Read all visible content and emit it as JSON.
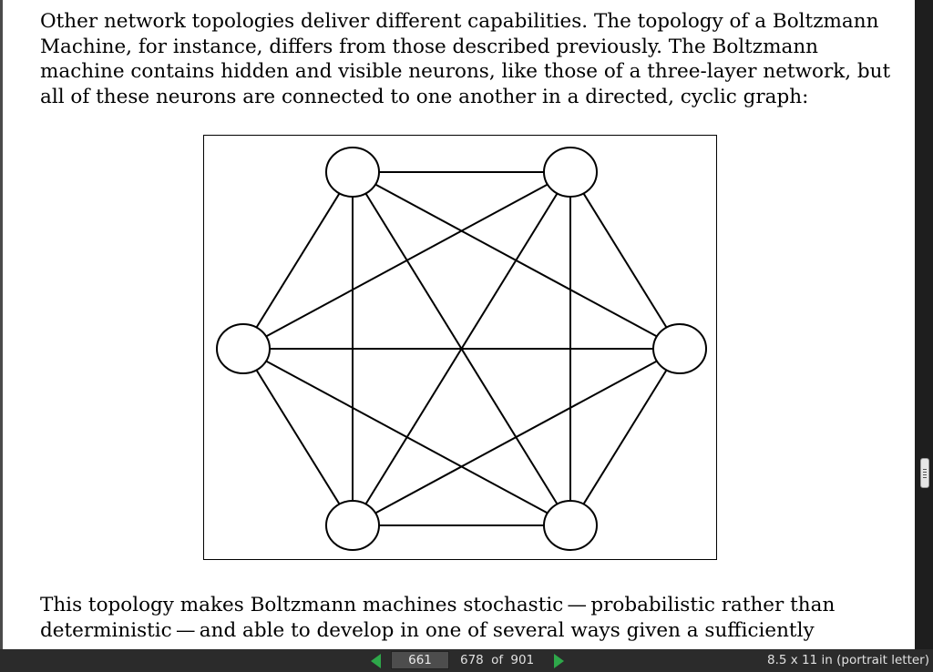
{
  "document": {
    "paragraph_1": [
      "Other network topologies deliver different capabilities. The topology of a Boltzmann",
      "Machine, for instance, differs from those described previously. The Boltzmann",
      "machine contains hidden and visible neurons, like those of a three-layer network, but",
      "all of these neurons are connected to one another in a directed, cyclic graph:"
    ],
    "paragraph_2": [
      "This topology makes Boltzmann machines stochastic — probabilistic rather than",
      "deterministic — and able to develop in one of several ways given a sufficiently"
    ]
  },
  "figure": {
    "description_icon": "fully-connected-graph",
    "node_count": 6,
    "stroke_color": "#000000",
    "fill_color": "#ffffff"
  },
  "statusbar": {
    "page_input_value": "661",
    "page_label_number": "678",
    "page_label_of": "of",
    "page_label_total": "901",
    "paper_size": "8.5 x 11 in (portrait letter)",
    "prev_icon": "triangle-left-icon",
    "next_icon": "triangle-right-icon",
    "accent_color": "#2ea84a"
  }
}
